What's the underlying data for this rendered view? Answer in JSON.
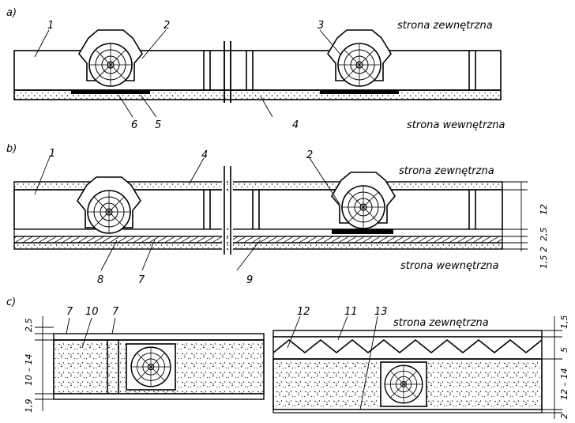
{
  "sections": {
    "a": {
      "label": "a)",
      "outer": "strona zewnętrzna",
      "inner": "strona wewnętrzna",
      "callouts": [
        "1",
        "2",
        "3",
        "4",
        "5",
        "6"
      ]
    },
    "b": {
      "label": "b)",
      "outer": "strona zewnętrzna",
      "inner": "strona wewnętrzna",
      "callouts": [
        "1",
        "2",
        "4",
        "7",
        "8",
        "9"
      ],
      "dims": [
        "12",
        "2,5",
        "2",
        "1,5"
      ]
    },
    "c": {
      "label": "c)",
      "outer": "strona zewnętrzna",
      "callouts": [
        "7",
        "10",
        "7",
        "11",
        "12",
        "13"
      ],
      "dims_left": [
        "2,5",
        "10 – 14",
        "1,9"
      ],
      "dims_right": [
        "1,5",
        "5",
        "12 – 14",
        "2"
      ]
    }
  }
}
